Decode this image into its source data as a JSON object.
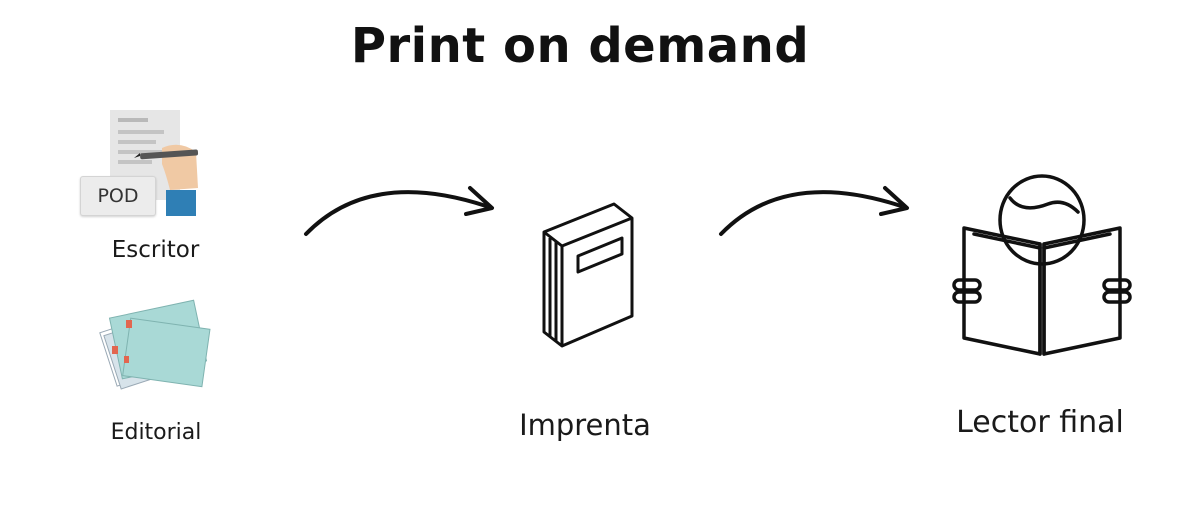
{
  "title": "Print on demand",
  "nodes": {
    "escritor": {
      "label": "Escritor",
      "badge": "POD"
    },
    "editorial": {
      "label": "Editorial"
    },
    "imprenta": {
      "label": "Imprenta"
    },
    "lector": {
      "label": "Lector final"
    }
  },
  "colors": {
    "ink": "#111111",
    "paper_teal": "#a9d9d6",
    "clip_red": "#e2664f",
    "sleeve_blue": "#2f7fb5",
    "skin": "#f0c9a4"
  },
  "icons": {
    "escritor": "writing-hand-icon",
    "editorial": "manuscript-stack-icon",
    "imprenta": "book-icon",
    "lector": "reader-icon"
  }
}
